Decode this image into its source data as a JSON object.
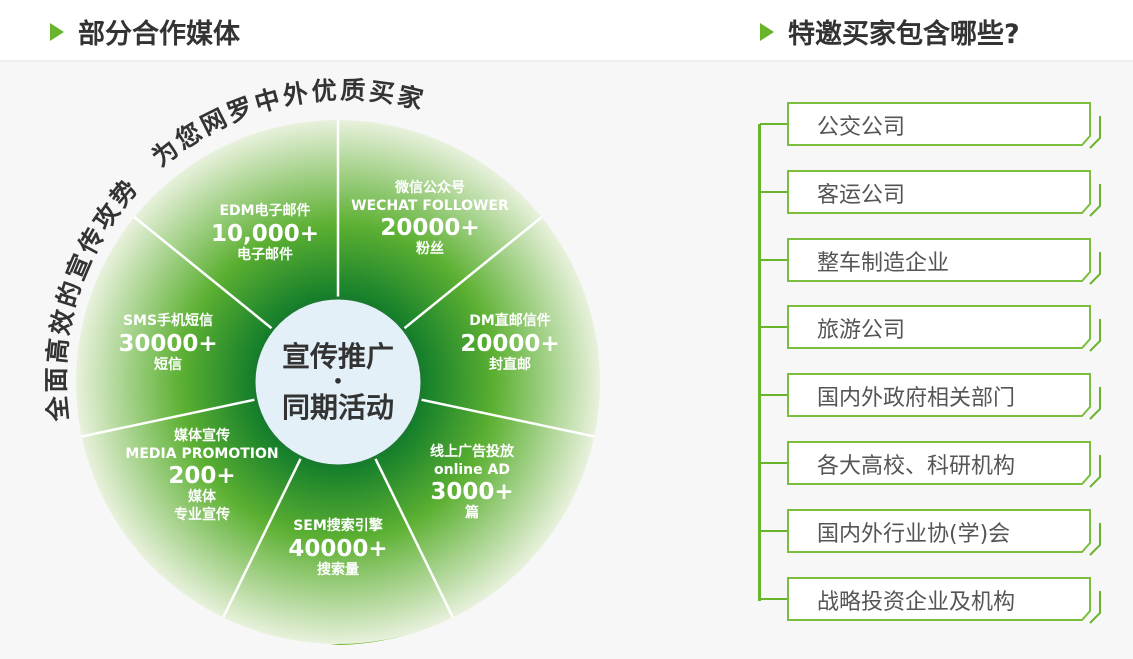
{
  "left_title": "部分合作媒体",
  "right_title": "特邀买家包含哪些?",
  "arc_text": "全面高效的宣传攻势　为您网罗中外优质买家",
  "center": {
    "line1": "宣传推广",
    "dot": "•",
    "line2": "同期活动"
  },
  "segments": [
    {
      "title": "EDM电子邮件",
      "sub": "",
      "num": "10,000+",
      "unit": "电子邮件",
      "unit2": ""
    },
    {
      "title": "微信公众号",
      "sub": "WECHAT FOLLOWER",
      "num": "20000+",
      "unit": "粉丝",
      "unit2": ""
    },
    {
      "title": "DM直邮信件",
      "sub": "",
      "num": "20000+",
      "unit": "封直邮",
      "unit2": ""
    },
    {
      "title": "线上广告投放",
      "sub": "online AD",
      "num": "3000+",
      "unit": "篇",
      "unit2": ""
    },
    {
      "title": "SEM搜索引擎",
      "sub": "",
      "num": "40000+",
      "unit": "搜索量",
      "unit2": ""
    },
    {
      "title": "媒体宣传",
      "sub": "MEDIA PROMOTION",
      "num": "200+",
      "unit": "媒体",
      "unit2": "专业宣传"
    },
    {
      "title": "SMS手机短信",
      "sub": "",
      "num": "30000+",
      "unit": "短信",
      "unit2": ""
    }
  ],
  "buyers": [
    "公交公司",
    "客运公司",
    "整车制造企业",
    "旅游公司",
    "国内外政府相关部门",
    "各大高校、科研机构",
    "国内外行业协(学)会",
    "战略投资企业及机构"
  ],
  "colors": {
    "accent": "#6ab42d",
    "dark_green": "#1e8a2e"
  }
}
